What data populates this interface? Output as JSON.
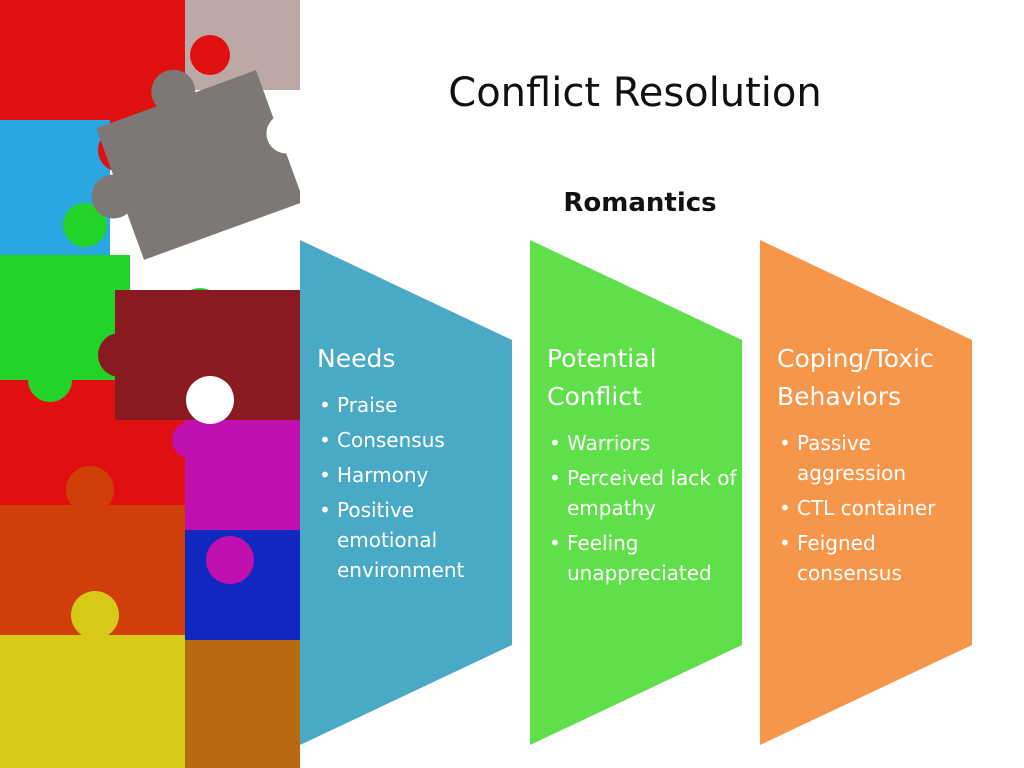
{
  "slide": {
    "title": "Conflict Resolution",
    "subtitle": "Romantics"
  },
  "decoration": {
    "image": "colorful-puzzle-pieces-image"
  },
  "columns": [
    {
      "heading": "Needs",
      "color": "#4aaac6",
      "items": [
        "Praise",
        "Consensus",
        "Harmony",
        "Positive emotional environment"
      ]
    },
    {
      "heading": "Potential Conflict",
      "color": "#5fe04a",
      "items": [
        "Warriors",
        "Perceived lack of empathy",
        "Feeling unappreciated"
      ]
    },
    {
      "heading": "Coping/Toxic Behaviors",
      "color": "#f5964a",
      "items": [
        "Passive aggression",
        "CTL container",
        "Feigned consensus"
      ]
    }
  ]
}
